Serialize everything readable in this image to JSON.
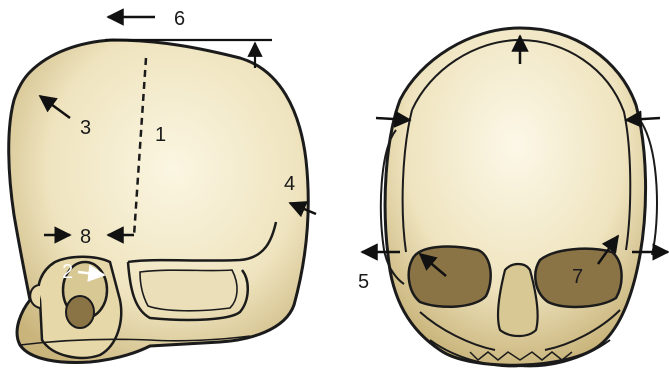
{
  "figure": {
    "labels": [
      {
        "key": "lateral_fontanelle_line",
        "text": "1"
      },
      {
        "key": "orbit_arrow_left",
        "text": "2"
      },
      {
        "key": "frontal_bossing",
        "text": "3"
      },
      {
        "key": "occiput",
        "text": "4"
      },
      {
        "key": "biparietal",
        "text": "5"
      },
      {
        "key": "vertex_length",
        "text": "6"
      },
      {
        "key": "orbit_right",
        "text": "7"
      },
      {
        "key": "face_depth",
        "text": "8"
      }
    ]
  },
  "colors": {
    "bone_light": "#f7f0d2",
    "bone_mid": "#e9ddb1",
    "bone_dark": "#b8a46e",
    "socket": "#8a7446",
    "outline": "#1b1b1b"
  }
}
